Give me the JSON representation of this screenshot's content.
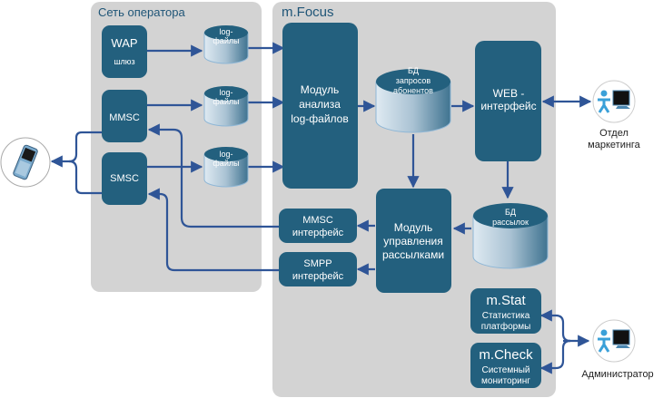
{
  "groups": {
    "operator": "Сеть оператора",
    "mfocus": "m.Focus"
  },
  "nodes": {
    "wap": [
      "WAP",
      "шлюз"
    ],
    "mmsc": "MMSC",
    "smsc": "SMSC",
    "log1": [
      "log-",
      "файлы"
    ],
    "log2": [
      "log-",
      "файлы"
    ],
    "log3": [
      "log-",
      "файлы"
    ],
    "analysis": [
      "Модуль",
      "анализа",
      "log-файлов"
    ],
    "db_requests": [
      "БД",
      "запросов",
      "абонентов"
    ],
    "web": [
      "WEB -",
      "интерфейс"
    ],
    "db_mailings": [
      "БД",
      "рассылок"
    ],
    "mailing_module": [
      "Модуль",
      "управления",
      "рассылками"
    ],
    "mmsc_if": [
      "MMSC",
      "интерфейс"
    ],
    "smpp_if": [
      "SMPP",
      "интерфейс"
    ],
    "mstat": [
      "m.Stat",
      "Статистика",
      "платформы"
    ],
    "mcheck": [
      "m.Check",
      "Системный",
      "мониторинг"
    ]
  },
  "actors": {
    "marketing": [
      "Отдел",
      "маркетинга"
    ],
    "admin": "Администратор",
    "phone": "mobile-phone"
  },
  "colors": {
    "box": "#23607e",
    "group_bg": "#d3d3d3",
    "arrow": "#2f5597"
  }
}
